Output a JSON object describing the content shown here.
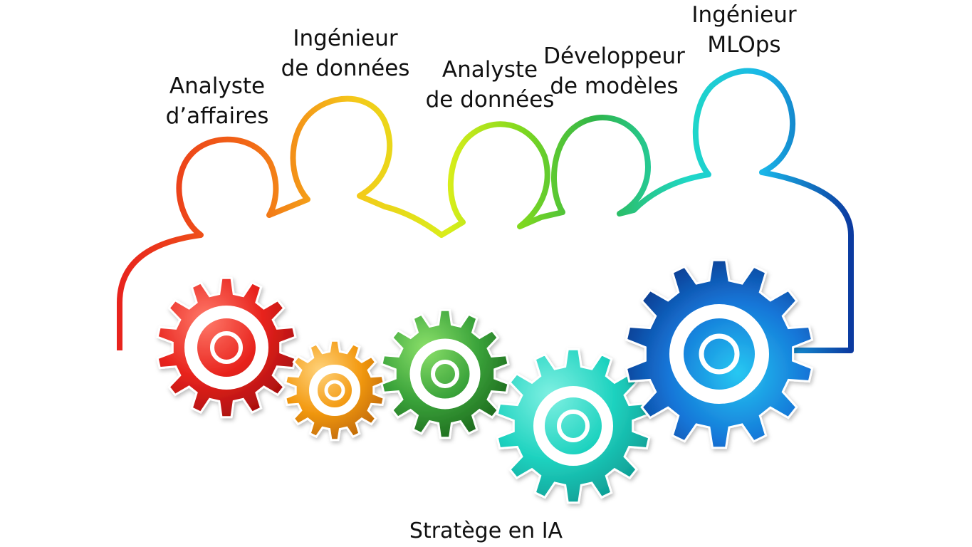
{
  "roles": [
    {
      "id": "business",
      "line1": "Analyste",
      "line2": "d’affaires"
    },
    {
      "id": "dataeng",
      "line1": "Ingénieur",
      "line2": "de données"
    },
    {
      "id": "dataanal",
      "line1": "Analyste",
      "line2": "de données"
    },
    {
      "id": "modeldev",
      "line1": "Développeur",
      "line2": "de modèles"
    },
    {
      "id": "mlops",
      "line1": "Ingénieur",
      "line2": "MLOps"
    }
  ],
  "center_title": "Stratège en IA",
  "colors": {
    "red": "#e8231d",
    "orange": "#f39a12",
    "yellow": "#f3e51a",
    "green": "#3aa33a",
    "lime": "#8fdc1f",
    "teal": "#1fd3c0",
    "cyan": "#19d0e0",
    "blue": "#0a4fb5",
    "navy": "#0b2a7a"
  }
}
